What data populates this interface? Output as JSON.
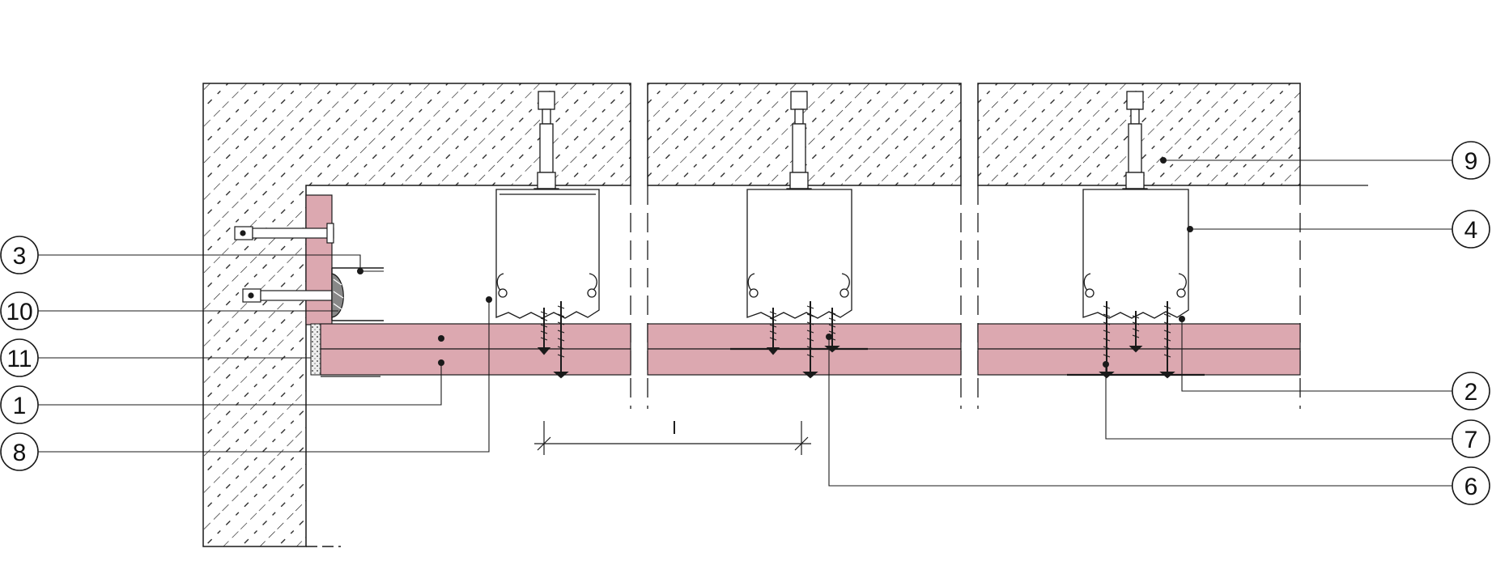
{
  "diagram": {
    "callouts": [
      {
        "id": "c3",
        "label": "3"
      },
      {
        "id": "c10",
        "label": "10"
      },
      {
        "id": "c11",
        "label": "11"
      },
      {
        "id": "c1",
        "label": "1"
      },
      {
        "id": "c8",
        "label": "8"
      },
      {
        "id": "c9",
        "label": "9"
      },
      {
        "id": "c4",
        "label": "4"
      },
      {
        "id": "c2",
        "label": "2"
      },
      {
        "id": "c7",
        "label": "7"
      },
      {
        "id": "c6",
        "label": "6"
      }
    ],
    "dimension": {
      "label": "l"
    },
    "colors": {
      "board": "#dca8b0",
      "line": "#1a1a1a",
      "hatch": "#1a1a1a",
      "insulation": "#cccccc"
    }
  }
}
